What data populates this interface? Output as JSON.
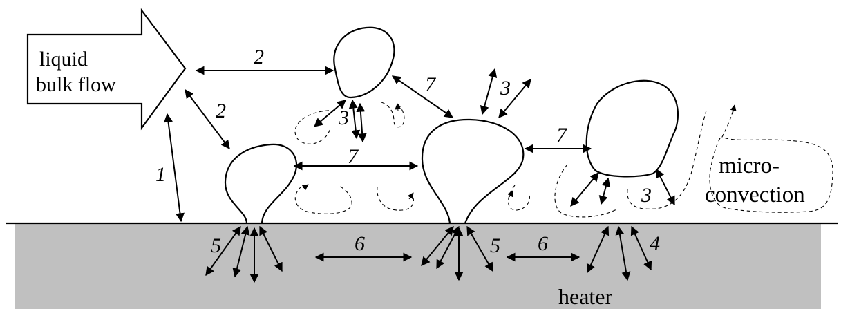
{
  "labels": {
    "bulk_flow_line1": "liquid",
    "bulk_flow_line2": "bulk flow",
    "microconvection_line1": "micro-",
    "microconvection_line2": "convection",
    "heater": "heater"
  },
  "mechanisms": {
    "m1": "1",
    "m2": "2",
    "m3": "3",
    "m4": "4",
    "m5": "5",
    "m6": "6",
    "m7": "7"
  }
}
